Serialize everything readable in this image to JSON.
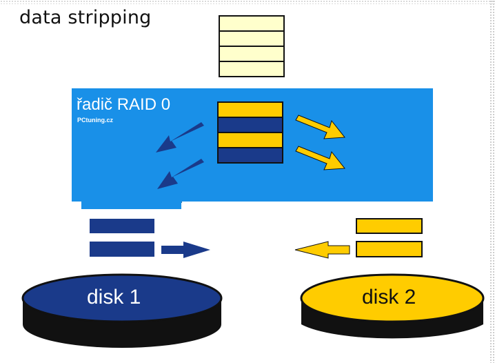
{
  "title": "data stripping",
  "controller": {
    "label": "řadič RAID 0",
    "watermark": "PCtuning.cz",
    "color": "#1990e8"
  },
  "colors": {
    "input_block": "#ffffcc",
    "yellow": "#ffcc00",
    "navy": "#1a3a8a",
    "disk_side": "#111111"
  },
  "input_blocks": 4,
  "controller_blocks": [
    "yellow",
    "navy",
    "yellow",
    "navy"
  ],
  "disks": [
    {
      "label": "disk 1",
      "color": "navy",
      "blocks": 2
    },
    {
      "label": "disk 2",
      "color": "yellow",
      "blocks": 2
    }
  ],
  "icons": [
    "arrow-left-down-icon",
    "arrow-right-down-icon",
    "arrow-right-icon",
    "arrow-left-icon"
  ]
}
